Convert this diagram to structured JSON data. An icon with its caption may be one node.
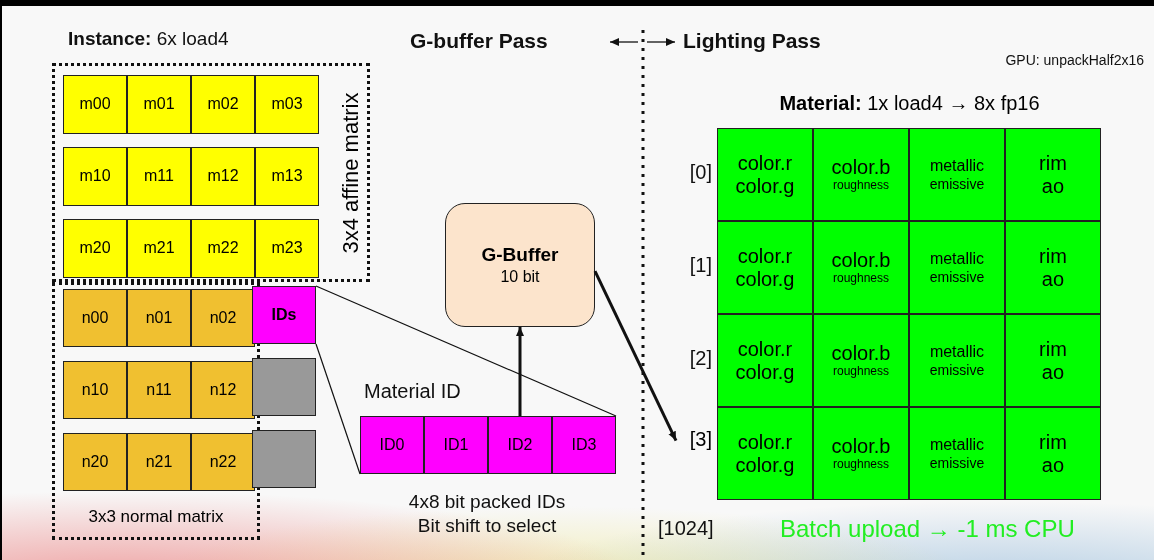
{
  "diagram": {
    "nodes": [
      {
        "text": [
          "3x4 affine matrix"
        ]
      },
      {
        "text": [
          "m00"
        ],
        "in": 0
      },
      {
        "text": [
          "m01"
        ],
        "in": 0
      },
      {
        "text": [
          "m02"
        ],
        "in": 0
      },
      {
        "text": [
          "m03"
        ],
        "in": 0
      },
      {
        "text": [
          "m10"
        ],
        "in": 0
      },
      {
        "text": [
          "m11"
        ],
        "in": 0
      },
      {
        "text": [
          "m12"
        ],
        "in": 0
      },
      {
        "text": [
          "m13"
        ],
        "in": 0
      },
      {
        "text": [
          "m20"
        ],
        "in": 0
      },
      {
        "text": [
          "m21"
        ],
        "in": 0
      },
      {
        "text": [
          "m22"
        ],
        "in": 0
      },
      {
        "text": [
          "m23"
        ],
        "in": 0
      },
      {
        "text": [
          "3x3 normal matrix"
        ]
      },
      {
        "text": [
          "n00"
        ],
        "in": 13
      },
      {
        "text": [
          "n01"
        ],
        "in": 13
      },
      {
        "text": [
          "n02"
        ],
        "in": 13
      },
      {
        "text": [
          "IDs"
        ]
      },
      {
        "text": [
          "n10"
        ],
        "in": 13
      },
      {
        "text": [
          "n11"
        ],
        "in": 13
      },
      {
        "text": [
          "n12"
        ],
        "in": 13
      },
      {
        "text": [],
        "shape": "box"
      },
      {
        "text": [
          "n20"
        ],
        "in": 13
      },
      {
        "text": [
          "n21"
        ],
        "in": 13
      },
      {
        "text": [
          "n22"
        ],
        "in": 13
      },
      {
        "text": [],
        "shape": "box"
      },
      {
        "text": [
          "G-Buffer",
          "10 bit"
        ]
      },
      {
        "text": [],
        "shape": "bar"
      },
      {
        "text": [
          "ID0"
        ],
        "in": 27
      },
      {
        "text": [
          "ID1"
        ],
        "in": 27
      },
      {
        "text": [
          "ID2"
        ],
        "in": 27
      },
      {
        "text": [
          "ID3"
        ],
        "in": 27
      },
      {
        "text": [
          "[3]"
        ]
      },
      {
        "text": [
          "**Material:** 1x load4 → 8x fp16"
        ]
      },
      {
        "text": [
          "color.r color.g"
        ],
        "in": 33
      },
      {
        "text": [
          "color.b",
          "roughness"
        ],
        "in": 33
      },
      {
        "text": [
          "metallic",
          "emissive"
        ],
        "in": 33
      },
      {
        "text": [
          "rim ao"
        ],
        "in": 33
      },
      {
        "text": [
          "color.r color.g"
        ],
        "in": 33
      },
      {
        "text": [
          "color.b",
          "roughness"
        ],
        "in": 33
      },
      {
        "text": [
          "metallic",
          "emissive"
        ],
        "in": 33
      },
      {
        "text": [
          "rim ao"
        ],
        "in": 33
      },
      {
        "text": [
          "color.r color.g"
        ],
        "in": 33
      },
      {
        "text": [
          "color.b",
          "roughness"
        ],
        "in": 33
      },
      {
        "text": [
          "metallic",
          "emissive"
        ],
        "in": 33
      },
      {
        "text": [
          "rim ao"
        ],
        "in": 33
      },
      {
        "text": [
          "color.r color.g"
        ],
        "in": 33
      },
      {
        "text": [
          "color.b",
          "roughness"
        ],
        "in": 33
      },
      {
        "text": [
          "metallic",
          "emissive"
        ],
        "in": 33
      },
      {
        "text": [
          "rim ao"
        ],
        "in": 33
      }
    ],
    "edges": [
      {
        "from": 17,
        "to": 27,
        "arrow": "none"
      },
      {
        "from": 17,
        "to": 27,
        "arrow": "none"
      },
      {
        "from": 30,
        "to": 26,
        "arrow": "to",
        "style": "thick"
      },
      {
        "from": 26,
        "to": 32,
        "arrow": "to",
        "style": "thick"
      }
    ],
    "labels": [
      "**Instance:** 6x load4",
      "G-buffer Pass",
      "Lighting Pass",
      "GPU: unpackHalf2x16",
      "Material ID",
      "4x8 bit packed IDs Bit shift to select",
      "[0]",
      "[1]",
      "[2]",
      "[1024]",
      "Batch upload → -1 ms CPU"
    ]
  }
}
